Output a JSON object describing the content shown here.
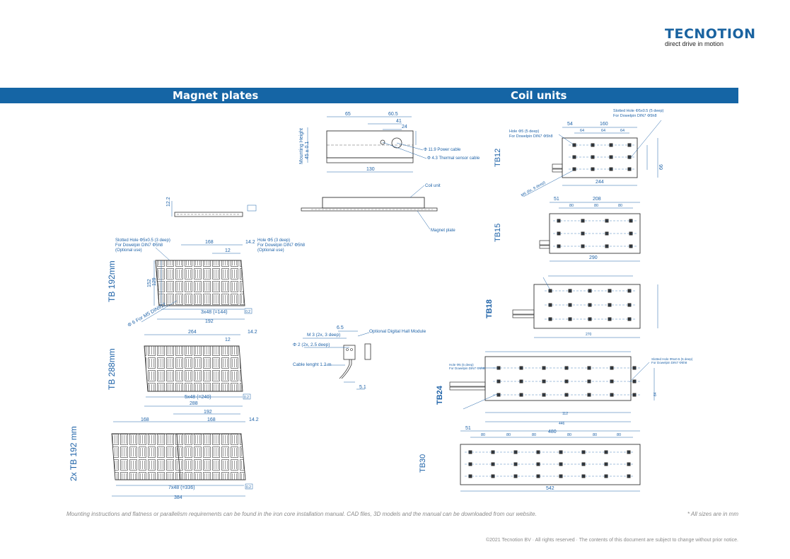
{
  "brand": {
    "name": "TECNOTION",
    "tagline": "direct drive in motion",
    "color": "#1565a5"
  },
  "sections": {
    "left_title": "Magnet plates",
    "right_title": "Coil units"
  },
  "magnet_plates": {
    "labels": [
      "TB 192mm",
      "TB 288mm",
      "2x TB 192 mm"
    ],
    "tb192": {
      "callout_slotted": [
        "Slotted Hole Φ5x0.5 (3 deep)",
        "For Dowelpin DIN7 Φ5h8",
        "(Optional use)"
      ],
      "callout_hole": [
        "Hole Φ5 (3 deep)",
        "For Dowelpin DIN7 Φ5h8",
        "(Optional use)"
      ],
      "dim_168": "168",
      "dim_12a": "12",
      "dim_14_2": "14.2",
      "dim_pitch": "3x48 (=144)",
      "dim_total": "192",
      "tol": "0.2",
      "screw": "Φ 6 For M5 DIN912",
      "dim_152": "152",
      "dim_129": "129"
    },
    "tb288": {
      "dim_264": "264",
      "dim_14_2": "14.2",
      "dim_12": "12",
      "dim_pitch": "5x48 (=240)",
      "dim_total": "288",
      "tol": "0.2"
    },
    "tb2x192": {
      "dim_192": "192",
      "dim_168a": "168",
      "dim_168b": "168",
      "dim_14_2": "14.2",
      "dim_pitch": "7x48 (=336)",
      "dim_total": "384",
      "tol": "0.2"
    }
  },
  "side_view": {
    "dim_65": "65",
    "dim_60_5": "60.5",
    "dim_41": "41",
    "dim_24": "24",
    "dim_130": "130",
    "mount_height": [
      "Mounting Height",
      "45 ± 0.1"
    ],
    "power_cable": "Φ 11.9 Power cable",
    "thermal_cable": "Φ 4.3 Thermal sensor cable",
    "coil_unit": "Coil unit",
    "magnet_plate": "Magnet plate",
    "small_dim": "12.2"
  },
  "hall_module": {
    "title": "Optional Digital Hall Module",
    "screw": "M 3 (2x, 3 deep)",
    "hole": "Φ 2 (2x, 2.5 deep)",
    "cable": "Cable lenght 1.2 m",
    "dim_6_5": "6.5",
    "dim_5_1": "5.1"
  },
  "coil_units": {
    "labels": [
      "TB12",
      "TB15",
      "TB18",
      "TB24",
      "TB30"
    ],
    "tb12": {
      "slotted": [
        "Slotted Hole Φ5x0.5 (5 deep)",
        "For Dowelpin DIN7 Φ5h8"
      ],
      "hole": [
        "Hole Φ5 (5 deep)",
        "For Dowelpin DIN7 Φ5h8"
      ],
      "screw": "M5 (8x, 8 deep)",
      "dim_54": "54",
      "dim_160": "160",
      "dim_64": "64",
      "dim_244": "244",
      "dim_66": "66"
    },
    "tb15": {
      "dim_51": "51",
      "dim_208": "208",
      "dim_80": "80",
      "dim_290": "290"
    },
    "tb18": {
      "dim_270": "270"
    },
    "tb24": {
      "hole": [
        "Hole Φ5 (5 deep)",
        "For Dowelpin DIN7 Φ5h8"
      ],
      "slotted": [
        "Slotted Hole Φ5x0.5 (5 deep)",
        "For Dowelpin DIN7 Φ5h8"
      ],
      "dim_112": "112",
      "dim_446": "446",
      "dim_64": "64"
    },
    "tb30": {
      "dim_51": "51",
      "dim_480": "480",
      "dim_80": "80",
      "dim_542": "542"
    }
  },
  "footer": {
    "note": "Mounting instructions and flatness or parallelism requirements can be found in the iron core installation manual. CAD files, 3D models and the manual can be downloaded from our website.",
    "units": "* All sizes are in mm",
    "copyright": "©2021 Tecnotion BV · All rights reserved · The contents of this document are subject to change without prior notice."
  }
}
